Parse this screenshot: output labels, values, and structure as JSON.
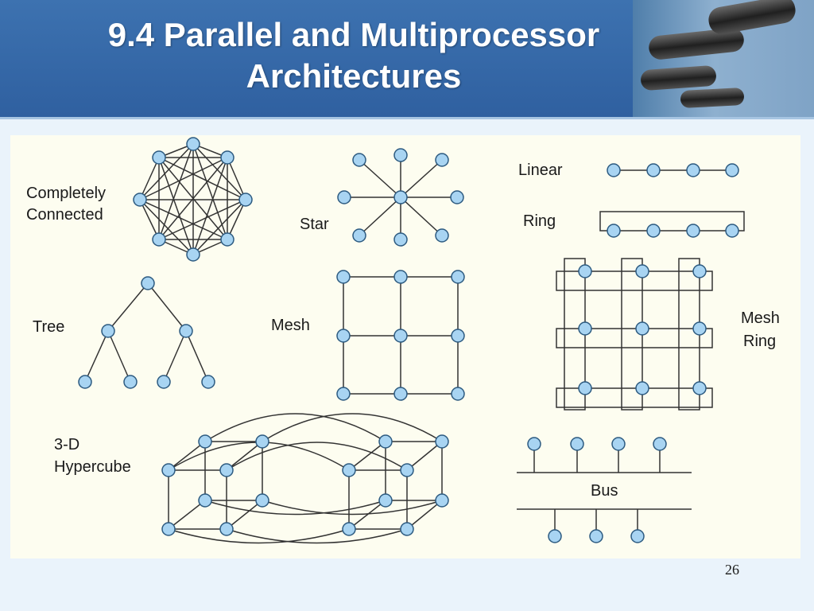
{
  "slide": {
    "title_line1": "9.4 Parallel and Multiprocessor",
    "title_line2": "Architectures",
    "page_number": "26"
  },
  "labels": {
    "completely_connected_1": "Completely",
    "completely_connected_2": "Connected",
    "star": "Star",
    "linear": "Linear",
    "ring": "Ring",
    "tree": "Tree",
    "mesh": "Mesh",
    "mesh_ring_1": "Mesh",
    "mesh_ring_2": "Ring",
    "hypercube_1": "3-D",
    "hypercube_2": "Hypercube",
    "bus": "Bus"
  },
  "colors": {
    "header": "#3d72b0",
    "panel": "#fdfdf0",
    "node_fill": "#a8d4f2",
    "node_stroke": "#2c5a80",
    "edge": "#333333"
  }
}
